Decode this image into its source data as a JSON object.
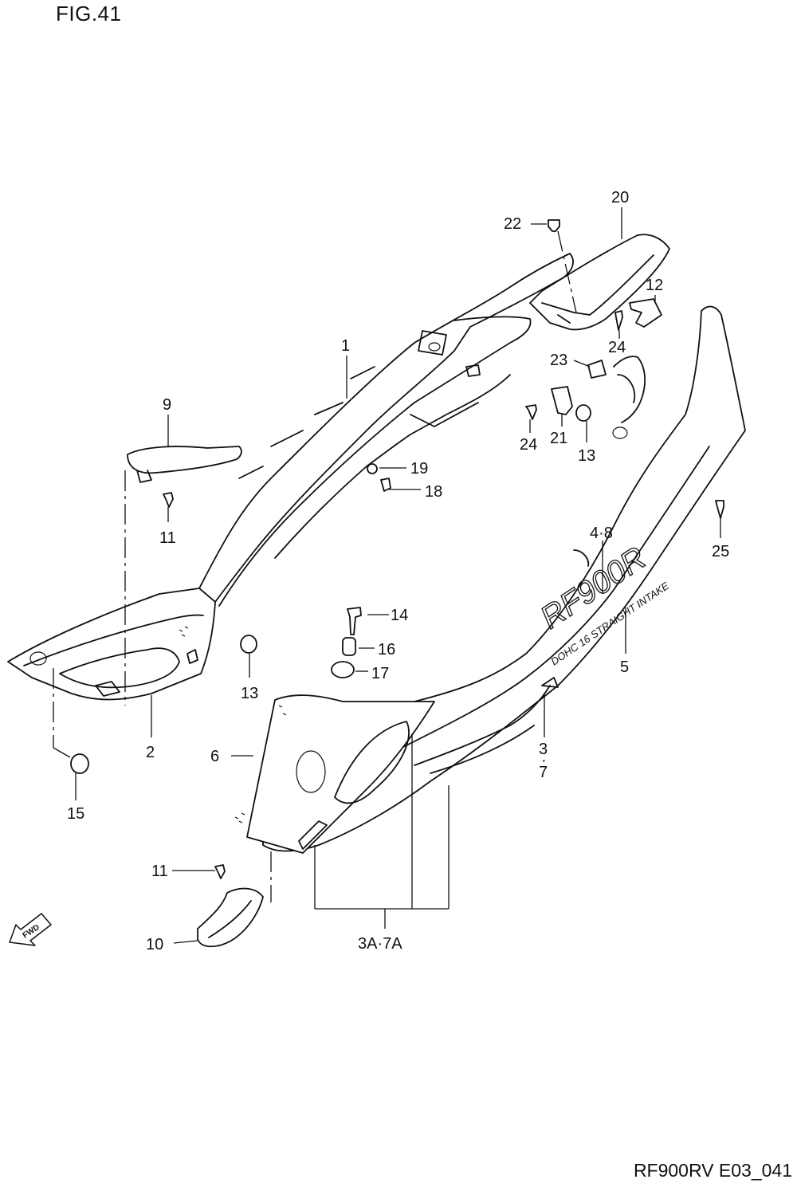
{
  "header": {
    "fig_label": "FIG.41"
  },
  "footer": {
    "diagram_code": "RF900RV E03_041"
  },
  "fwd_badge": {
    "text": "FWD"
  },
  "decal": {
    "main": "RF900R",
    "sub": "DOHC 16 STRAIGHT INTAKE"
  },
  "callouts": {
    "p1": "1",
    "p2": "2",
    "p3": "3",
    "p3_dot": "·",
    "p7": "7",
    "p3a7a": "3A·7A",
    "p48": "4·8",
    "p5": "5",
    "p6": "6",
    "p9": "9",
    "p10": "10",
    "p11a": "11",
    "p11b": "11",
    "p12": "12",
    "p13a": "13",
    "p13b": "13",
    "p14": "14",
    "p15": "15",
    "p16": "16",
    "p17": "17",
    "p18": "18",
    "p19": "19",
    "p20": "20",
    "p21": "21",
    "p22": "22",
    "p23": "23",
    "p24a": "24",
    "p24b": "24",
    "p25": "25"
  }
}
